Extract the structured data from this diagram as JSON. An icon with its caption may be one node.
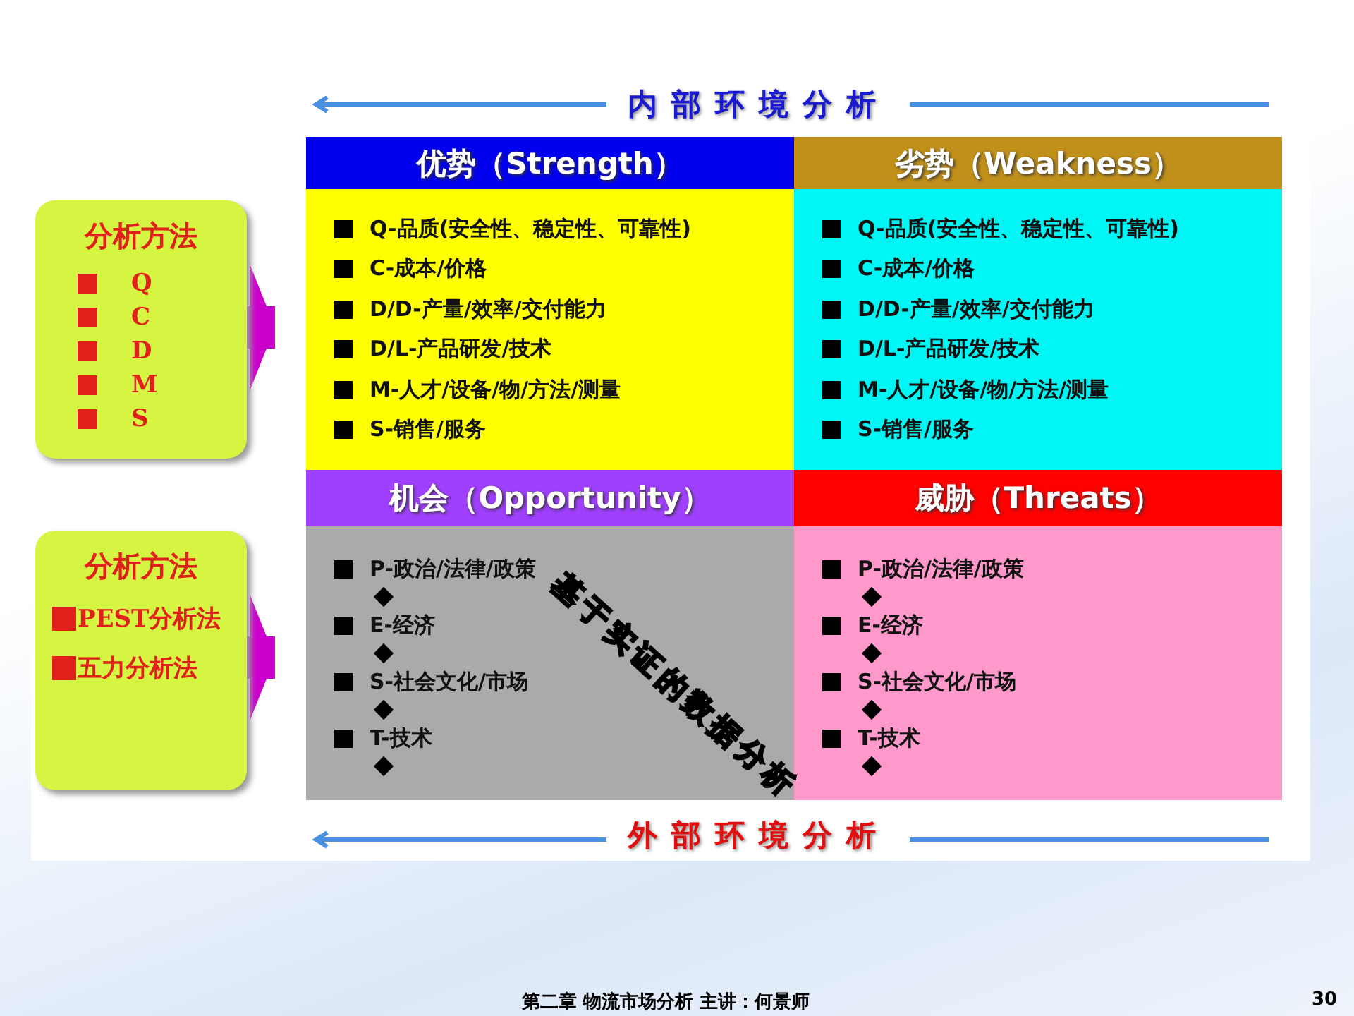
{
  "diagram": {
    "nodes": [
      {
        "text": [
          "分析方法",
          "Q",
          "C",
          "D",
          "M",
          "S"
        ]
      },
      {
        "text": [
          "分析方法",
          "PEST分析法",
          "五力分析法"
        ]
      },
      {
        "text": [
          "优势（Strength）",
          "Q-品质(安全性、稳定性、可靠性)",
          "C-成本/价格",
          "D/D-产量/效率/交付能力",
          "D/L-产品研发/技术",
          "M-人才/设备/物/方法/测量",
          "S-销售/服务"
        ]
      },
      {
        "text": [
          "劣势（Weakness）",
          "Q-品质(安全性、稳定性、可靠性)",
          "C-成本/价格",
          "D/D-产量/效率/交付能力",
          "D/L-产品研发/技术",
          "M-人才/设备/物/方法/测量",
          "S-销售/服务"
        ]
      },
      {
        "text": [
          "机会（Opportunity）",
          "P-政治/法律/政策",
          "E-经济",
          "S-社会文化/市场",
          "T-技术"
        ]
      },
      {
        "text": [
          "威胁（Threats）",
          "P-政治/法律/政策",
          "E-经济",
          "S-社会文化/市场",
          "T-技术"
        ]
      }
    ],
    "edges": [
      {
        "from": 0,
        "to": 2,
        "arrow": "to"
      },
      {
        "from": 1,
        "to": 4,
        "arrow": "to"
      }
    ],
    "labels": [
      "内部环境分析",
      "基于实证的数据分析",
      "外部环境分析",
      "第二章 物流市场分析 主讲：何景师",
      "30"
    ]
  }
}
